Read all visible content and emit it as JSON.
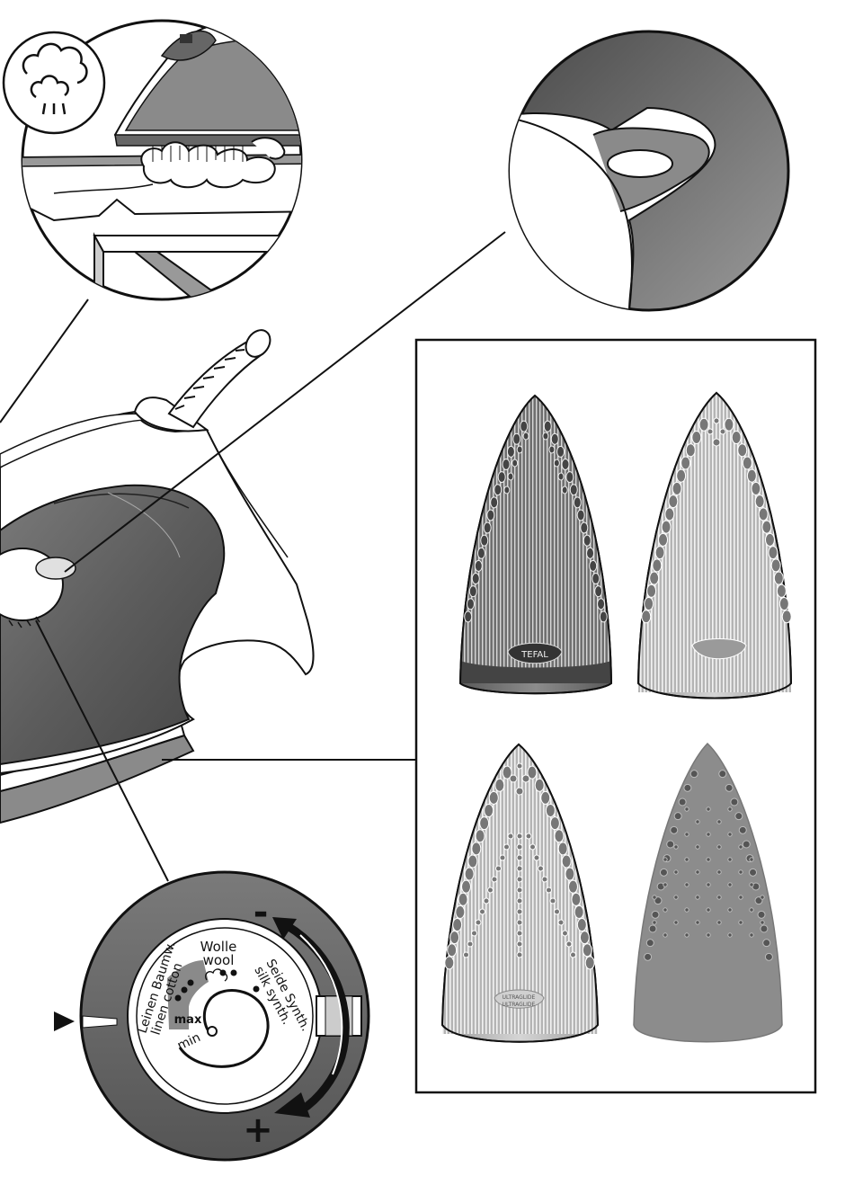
{
  "dial": {
    "wolle": "Wolle",
    "wool": "wool",
    "leinen_baumw": "Leinen Baumw.",
    "linen_cotton": "linen cotton",
    "seide_synth": "Seide Synth.",
    "silk_synth": "silk synth.",
    "max": "max",
    "min": "min",
    "minus": "-",
    "plus": "+"
  },
  "soleplates": {
    "plate1_logo": "TEFAL",
    "plate3_logo_top": "ULTRAGLIDE",
    "plate3_logo_bottom": "ULTRAGLIDE"
  },
  "colors": {
    "dark_gray": "#5f5f5f",
    "mid_gray": "#8a8a8a",
    "light_gray": "#bdbdbd",
    "outline": "#111111"
  }
}
